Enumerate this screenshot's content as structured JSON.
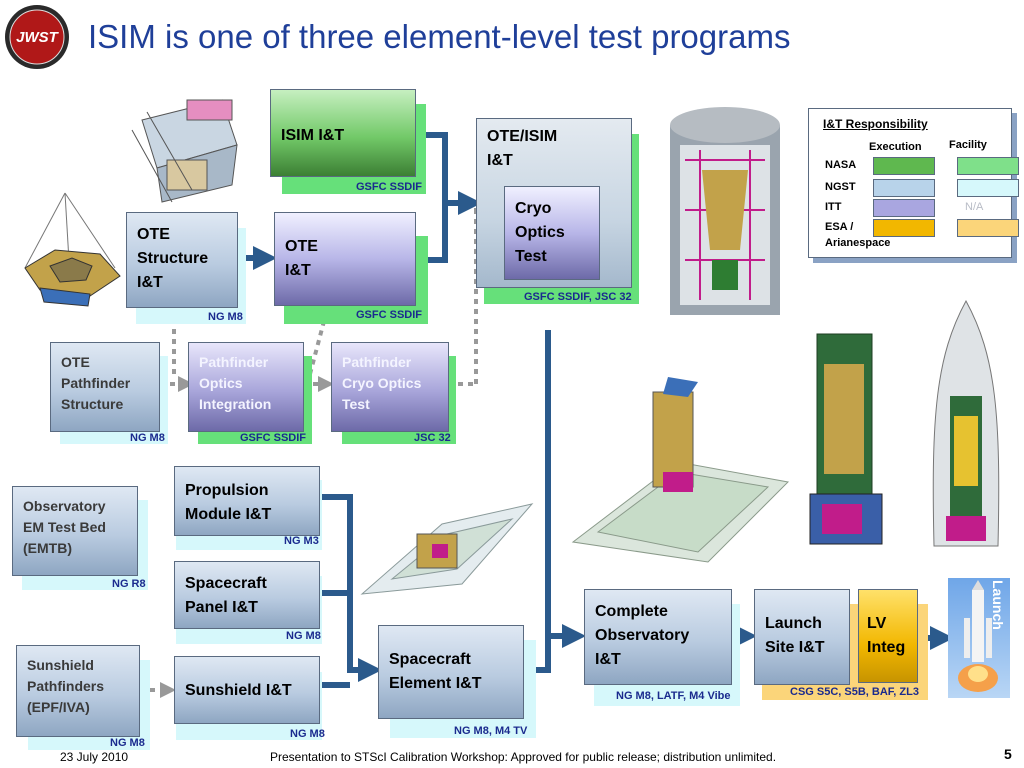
{
  "title": "ISIM is one of three element-level test programs",
  "logo_text": "JWST",
  "boxes": {
    "isim": {
      "label": "ISIM I&T",
      "sub": "GSFC SSDIF"
    },
    "ote_isim": {
      "line1": "OTE/ISIM",
      "line2": "I&T",
      "sub": "GSFC SSDIF, JSC 32"
    },
    "cryo": {
      "line1": "Cryo",
      "line2": "Optics",
      "line3": "Test"
    },
    "ote_struct": {
      "line1": "OTE",
      "line2": "Structure",
      "line3": "I&T",
      "sub": "NG M8"
    },
    "ote_it": {
      "line1": "OTE",
      "line2": "I&T",
      "sub": "GSFC SSDIF"
    },
    "ote_path": {
      "line1": "OTE",
      "line2": "Pathfinder",
      "line3": "Structure",
      "sub": "NG M8"
    },
    "path_opt": {
      "line1": "Pathfinder",
      "line2": "Optics",
      "line3": "Integration",
      "sub": "GSFC SSDIF"
    },
    "path_cryo": {
      "line1": "Pathfinder",
      "line2": "Cryo Optics",
      "line3": "Test",
      "sub": "JSC 32"
    },
    "propulsion": {
      "line1": "Propulsion",
      "line2": "Module I&T",
      "sub": "NG M3"
    },
    "emtb": {
      "line1": "Observatory",
      "line2": "EM Test Bed",
      "line3": "(EMTB)",
      "sub": "NG R8"
    },
    "sc_panel": {
      "line1": "Spacecraft",
      "line2": "Panel I&T",
      "sub": "NG M8"
    },
    "sunshield_path": {
      "line1": "Sunshield",
      "line2": "Pathfinders",
      "line3": "(EPF/IVA)",
      "sub": "NG M8"
    },
    "sunshield_it": {
      "label": "Sunshield I&T",
      "sub": "NG M8"
    },
    "sc_element": {
      "line1": "Spacecraft",
      "line2": "Element I&T",
      "sub": "NG M8, M4 TV"
    },
    "complete_obs": {
      "line1": "Complete",
      "line2": "Observatory",
      "line3": "I&T",
      "sub": "NG M8, LATF, M4 Vibe"
    },
    "launch_site": {
      "line1": "Launch",
      "line2": "Site I&T",
      "sub": "CSG S5C, S5B, BAF, ZL3"
    },
    "lv_integ": {
      "line1": "LV",
      "line2": "Integ"
    }
  },
  "launch_label": "Launch",
  "legend": {
    "title": "I&T Responsibility",
    "col_execution": "Execution",
    "col_facility": "Facility",
    "rows": [
      {
        "name": "NASA",
        "execution_color": "#5fb84f",
        "facility_color": "#7fe08a",
        "facility_text": ""
      },
      {
        "name": "NGST",
        "execution_color": "#b8d3ea",
        "facility_color": "#d6f8fb",
        "facility_text": ""
      },
      {
        "name": "ITT",
        "execution_color": "#a9a6e0",
        "facility_color": "",
        "facility_text": "N/A"
      },
      {
        "name": "ESA /",
        "name2": "Arianespace",
        "execution_color": "#f2b700",
        "facility_color": "#fbd57a",
        "facility_text": ""
      }
    ]
  },
  "footer": {
    "date": "23 July 2010",
    "center": "Presentation to STScI Calibration Workshop: Approved for public release; distribution unlimited.",
    "page": "5"
  }
}
